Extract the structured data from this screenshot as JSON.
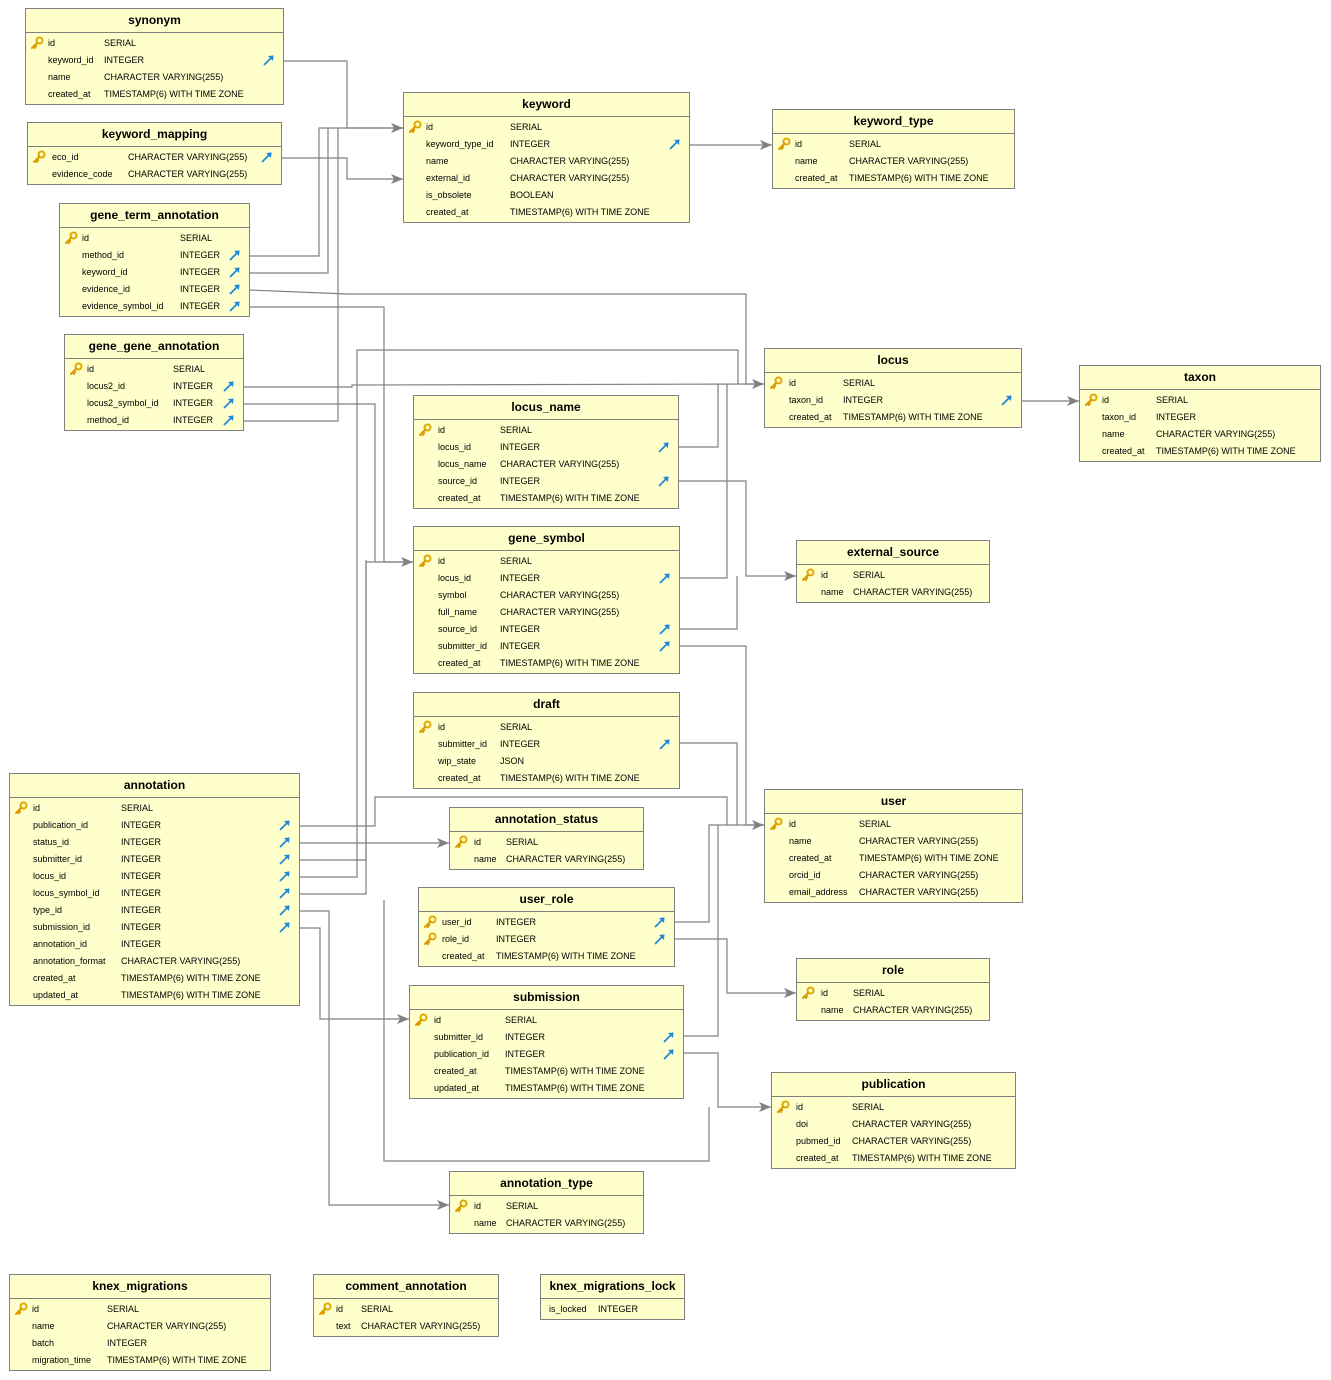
{
  "colors": {
    "table_fill": "#ffffcc",
    "border": "#808080",
    "wire": "#808080",
    "key": "#e0a800",
    "fk_arrow": "#1e88d8"
  },
  "tables": {
    "synonym": {
      "title": "synonym",
      "columns": [
        {
          "name": "id",
          "type": "SERIAL",
          "pk": true
        },
        {
          "name": "keyword_id",
          "type": "INTEGER",
          "fk": true
        },
        {
          "name": "name",
          "type": "CHARACTER VARYING(255)"
        },
        {
          "name": "created_at",
          "type": "TIMESTAMP(6) WITH TIME ZONE"
        }
      ]
    },
    "keyword_mapping": {
      "title": "keyword_mapping",
      "columns": [
        {
          "name": "eco_id",
          "type": "CHARACTER VARYING(255)",
          "pk": true,
          "fk": true
        },
        {
          "name": "evidence_code",
          "type": "CHARACTER VARYING(255)"
        }
      ]
    },
    "gene_term_annotation": {
      "title": "gene_term_annotation",
      "columns": [
        {
          "name": "id",
          "type": "SERIAL",
          "pk": true
        },
        {
          "name": "method_id",
          "type": "INTEGER",
          "fk": true
        },
        {
          "name": "keyword_id",
          "type": "INTEGER",
          "fk": true
        },
        {
          "name": "evidence_id",
          "type": "INTEGER",
          "fk": true
        },
        {
          "name": "evidence_symbol_id",
          "type": "INTEGER",
          "fk": true
        }
      ]
    },
    "gene_gene_annotation": {
      "title": "gene_gene_annotation",
      "columns": [
        {
          "name": "id",
          "type": "SERIAL",
          "pk": true
        },
        {
          "name": "locus2_id",
          "type": "INTEGER",
          "fk": true
        },
        {
          "name": "locus2_symbol_id",
          "type": "INTEGER",
          "fk": true
        },
        {
          "name": "method_id",
          "type": "INTEGER",
          "fk": true
        }
      ]
    },
    "keyword": {
      "title": "keyword",
      "columns": [
        {
          "name": "id",
          "type": "SERIAL",
          "pk": true
        },
        {
          "name": "keyword_type_id",
          "type": "INTEGER",
          "fk": true
        },
        {
          "name": "name",
          "type": "CHARACTER VARYING(255)"
        },
        {
          "name": "external_id",
          "type": "CHARACTER VARYING(255)"
        },
        {
          "name": "is_obsolete",
          "type": "BOOLEAN"
        },
        {
          "name": "created_at",
          "type": "TIMESTAMP(6) WITH TIME ZONE"
        }
      ]
    },
    "keyword_type": {
      "title": "keyword_type",
      "columns": [
        {
          "name": "id",
          "type": "SERIAL",
          "pk": true
        },
        {
          "name": "name",
          "type": "CHARACTER VARYING(255)"
        },
        {
          "name": "created_at",
          "type": "TIMESTAMP(6) WITH TIME ZONE"
        }
      ]
    },
    "locus": {
      "title": "locus",
      "columns": [
        {
          "name": "id",
          "type": "SERIAL",
          "pk": true
        },
        {
          "name": "taxon_id",
          "type": "INTEGER",
          "fk": true
        },
        {
          "name": "created_at",
          "type": "TIMESTAMP(6) WITH TIME ZONE"
        }
      ]
    },
    "taxon": {
      "title": "taxon",
      "columns": [
        {
          "name": "id",
          "type": "SERIAL",
          "pk": true
        },
        {
          "name": "taxon_id",
          "type": "INTEGER"
        },
        {
          "name": "name",
          "type": "CHARACTER VARYING(255)"
        },
        {
          "name": "created_at",
          "type": "TIMESTAMP(6) WITH TIME ZONE"
        }
      ]
    },
    "locus_name": {
      "title": "locus_name",
      "columns": [
        {
          "name": "id",
          "type": "SERIAL",
          "pk": true
        },
        {
          "name": "locus_id",
          "type": "INTEGER",
          "fk": true
        },
        {
          "name": "locus_name",
          "type": "CHARACTER VARYING(255)"
        },
        {
          "name": "source_id",
          "type": "INTEGER",
          "fk": true
        },
        {
          "name": "created_at",
          "type": "TIMESTAMP(6) WITH TIME ZONE"
        }
      ]
    },
    "gene_symbol": {
      "title": "gene_symbol",
      "columns": [
        {
          "name": "id",
          "type": "SERIAL",
          "pk": true
        },
        {
          "name": "locus_id",
          "type": "INTEGER",
          "fk": true
        },
        {
          "name": "symbol",
          "type": "CHARACTER VARYING(255)"
        },
        {
          "name": "full_name",
          "type": "CHARACTER VARYING(255)"
        },
        {
          "name": "source_id",
          "type": "INTEGER",
          "fk": true
        },
        {
          "name": "submitter_id",
          "type": "INTEGER",
          "fk": true
        },
        {
          "name": "created_at",
          "type": "TIMESTAMP(6) WITH TIME ZONE"
        }
      ]
    },
    "external_source": {
      "title": "external_source",
      "columns": [
        {
          "name": "id",
          "type": "SERIAL",
          "pk": true
        },
        {
          "name": "name",
          "type": "CHARACTER VARYING(255)"
        }
      ]
    },
    "draft": {
      "title": "draft",
      "columns": [
        {
          "name": "id",
          "type": "SERIAL",
          "pk": true
        },
        {
          "name": "submitter_id",
          "type": "INTEGER",
          "fk": true
        },
        {
          "name": "wip_state",
          "type": "JSON"
        },
        {
          "name": "created_at",
          "type": "TIMESTAMP(6) WITH TIME ZONE"
        }
      ]
    },
    "annotation": {
      "title": "annotation",
      "columns": [
        {
          "name": "id",
          "type": "SERIAL",
          "pk": true
        },
        {
          "name": "publication_id",
          "type": "INTEGER",
          "fk": true
        },
        {
          "name": "status_id",
          "type": "INTEGER",
          "fk": true
        },
        {
          "name": "submitter_id",
          "type": "INTEGER",
          "fk": true
        },
        {
          "name": "locus_id",
          "type": "INTEGER",
          "fk": true
        },
        {
          "name": "locus_symbol_id",
          "type": "INTEGER",
          "fk": true
        },
        {
          "name": "type_id",
          "type": "INTEGER",
          "fk": true
        },
        {
          "name": "submission_id",
          "type": "INTEGER",
          "fk": true
        },
        {
          "name": "annotation_id",
          "type": "INTEGER"
        },
        {
          "name": "annotation_format",
          "type": "CHARACTER VARYING(255)"
        },
        {
          "name": "created_at",
          "type": "TIMESTAMP(6) WITH TIME ZONE"
        },
        {
          "name": "updated_at",
          "type": "TIMESTAMP(6) WITH TIME ZONE"
        }
      ]
    },
    "annotation_status": {
      "title": "annotation_status",
      "columns": [
        {
          "name": "id",
          "type": "SERIAL",
          "pk": true
        },
        {
          "name": "name",
          "type": "CHARACTER VARYING(255)"
        }
      ]
    },
    "user": {
      "title": "user",
      "columns": [
        {
          "name": "id",
          "type": "SERIAL",
          "pk": true
        },
        {
          "name": "name",
          "type": "CHARACTER VARYING(255)"
        },
        {
          "name": "created_at",
          "type": "TIMESTAMP(6) WITH TIME ZONE"
        },
        {
          "name": "orcid_id",
          "type": "CHARACTER VARYING(255)"
        },
        {
          "name": "email_address",
          "type": "CHARACTER VARYING(255)"
        }
      ]
    },
    "user_role": {
      "title": "user_role",
      "columns": [
        {
          "name": "user_id",
          "type": "INTEGER",
          "pk": true,
          "fk": true
        },
        {
          "name": "role_id",
          "type": "INTEGER",
          "pk": true,
          "fk": true
        },
        {
          "name": "created_at",
          "type": "TIMESTAMP(6) WITH TIME ZONE"
        }
      ]
    },
    "role": {
      "title": "role",
      "columns": [
        {
          "name": "id",
          "type": "SERIAL",
          "pk": true
        },
        {
          "name": "name",
          "type": "CHARACTER VARYING(255)"
        }
      ]
    },
    "submission": {
      "title": "submission",
      "columns": [
        {
          "name": "id",
          "type": "SERIAL",
          "pk": true
        },
        {
          "name": "submitter_id",
          "type": "INTEGER",
          "fk": true
        },
        {
          "name": "publication_id",
          "type": "INTEGER",
          "fk": true
        },
        {
          "name": "created_at",
          "type": "TIMESTAMP(6) WITH TIME ZONE"
        },
        {
          "name": "updated_at",
          "type": "TIMESTAMP(6) WITH TIME ZONE"
        }
      ]
    },
    "publication": {
      "title": "publication",
      "columns": [
        {
          "name": "id",
          "type": "SERIAL",
          "pk": true
        },
        {
          "name": "doi",
          "type": "CHARACTER VARYING(255)"
        },
        {
          "name": "pubmed_id",
          "type": "CHARACTER VARYING(255)"
        },
        {
          "name": "created_at",
          "type": "TIMESTAMP(6) WITH TIME ZONE"
        }
      ]
    },
    "annotation_type": {
      "title": "annotation_type",
      "columns": [
        {
          "name": "id",
          "type": "SERIAL",
          "pk": true
        },
        {
          "name": "name",
          "type": "CHARACTER VARYING(255)"
        }
      ]
    },
    "knex_migrations": {
      "title": "knex_migrations",
      "columns": [
        {
          "name": "id",
          "type": "SERIAL",
          "pk": true
        },
        {
          "name": "name",
          "type": "CHARACTER VARYING(255)"
        },
        {
          "name": "batch",
          "type": "INTEGER"
        },
        {
          "name": "migration_time",
          "type": "TIMESTAMP(6) WITH TIME ZONE"
        }
      ]
    },
    "comment_annotation": {
      "title": "comment_annotation",
      "columns": [
        {
          "name": "id",
          "type": "SERIAL",
          "pk": true
        },
        {
          "name": "text",
          "type": "CHARACTER VARYING(255)"
        }
      ]
    },
    "knex_migrations_lock": {
      "title": "knex_migrations_lock",
      "columns": [
        {
          "name": "is_locked",
          "type": "INTEGER"
        }
      ]
    }
  },
  "relationships": [
    {
      "from": "synonym.keyword_id",
      "to": "keyword.id"
    },
    {
      "from": "keyword_mapping.eco_id",
      "to": "keyword.id"
    },
    {
      "from": "gene_term_annotation.method_id",
      "to": "keyword.id"
    },
    {
      "from": "gene_term_annotation.keyword_id",
      "to": "keyword.id"
    },
    {
      "from": "gene_term_annotation.evidence_id",
      "to": "locus.id"
    },
    {
      "from": "gene_term_annotation.evidence_symbol_id",
      "to": "gene_symbol.id"
    },
    {
      "from": "gene_gene_annotation.locus2_id",
      "to": "locus.id"
    },
    {
      "from": "gene_gene_annotation.locus2_symbol_id",
      "to": "gene_symbol.id"
    },
    {
      "from": "gene_gene_annotation.method_id",
      "to": "keyword.id"
    },
    {
      "from": "keyword.keyword_type_id",
      "to": "keyword_type.id"
    },
    {
      "from": "locus.taxon_id",
      "to": "taxon.id"
    },
    {
      "from": "locus_name.locus_id",
      "to": "locus.id"
    },
    {
      "from": "locus_name.source_id",
      "to": "external_source.id"
    },
    {
      "from": "gene_symbol.locus_id",
      "to": "locus.id"
    },
    {
      "from": "gene_symbol.source_id",
      "to": "external_source.id"
    },
    {
      "from": "gene_symbol.submitter_id",
      "to": "user.id"
    },
    {
      "from": "draft.submitter_id",
      "to": "user.id"
    },
    {
      "from": "annotation.publication_id",
      "to": "publication.id"
    },
    {
      "from": "annotation.status_id",
      "to": "annotation_status.id"
    },
    {
      "from": "annotation.submitter_id",
      "to": "user.id"
    },
    {
      "from": "annotation.locus_id",
      "to": "locus.id"
    },
    {
      "from": "annotation.locus_symbol_id",
      "to": "gene_symbol.id"
    },
    {
      "from": "annotation.type_id",
      "to": "annotation_type.id"
    },
    {
      "from": "annotation.submission_id",
      "to": "submission.id"
    },
    {
      "from": "user_role.user_id",
      "to": "user.id"
    },
    {
      "from": "user_role.role_id",
      "to": "role.id"
    },
    {
      "from": "submission.submitter_id",
      "to": "user.id"
    },
    {
      "from": "submission.publication_id",
      "to": "publication.id"
    }
  ]
}
